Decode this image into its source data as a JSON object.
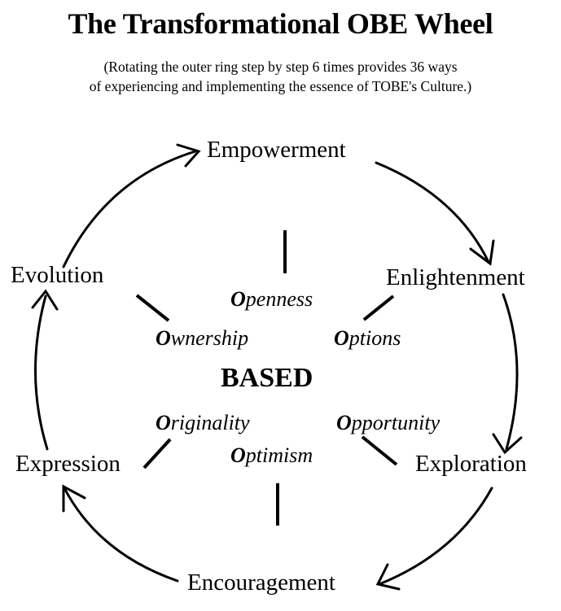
{
  "title": "The Transformational OBE Wheel",
  "subtitle": {
    "line1": "(Rotating the outer ring step by step 6 times provides 36 ways",
    "line2": "of experiencing and implementing the essence of TOBE's Culture.)"
  },
  "outer_ring": [
    {
      "label": "Empowerment"
    },
    {
      "label": "Enlightenment"
    },
    {
      "label": "Exploration"
    },
    {
      "label": "Encouragement"
    },
    {
      "label": "Expression"
    },
    {
      "label": "Evolution"
    }
  ],
  "center_label": "BASED",
  "inner_ring": [
    {
      "initial": "O",
      "rest": "penness"
    },
    {
      "initial": "O",
      "rest": "ptions"
    },
    {
      "initial": "O",
      "rest": "pportunity"
    },
    {
      "initial": "O",
      "rest": "ptimism"
    },
    {
      "initial": "O",
      "rest": "riginality"
    },
    {
      "initial": "O",
      "rest": "wnership"
    }
  ],
  "colors": {
    "ink": "#000000",
    "background": "#ffffff"
  }
}
